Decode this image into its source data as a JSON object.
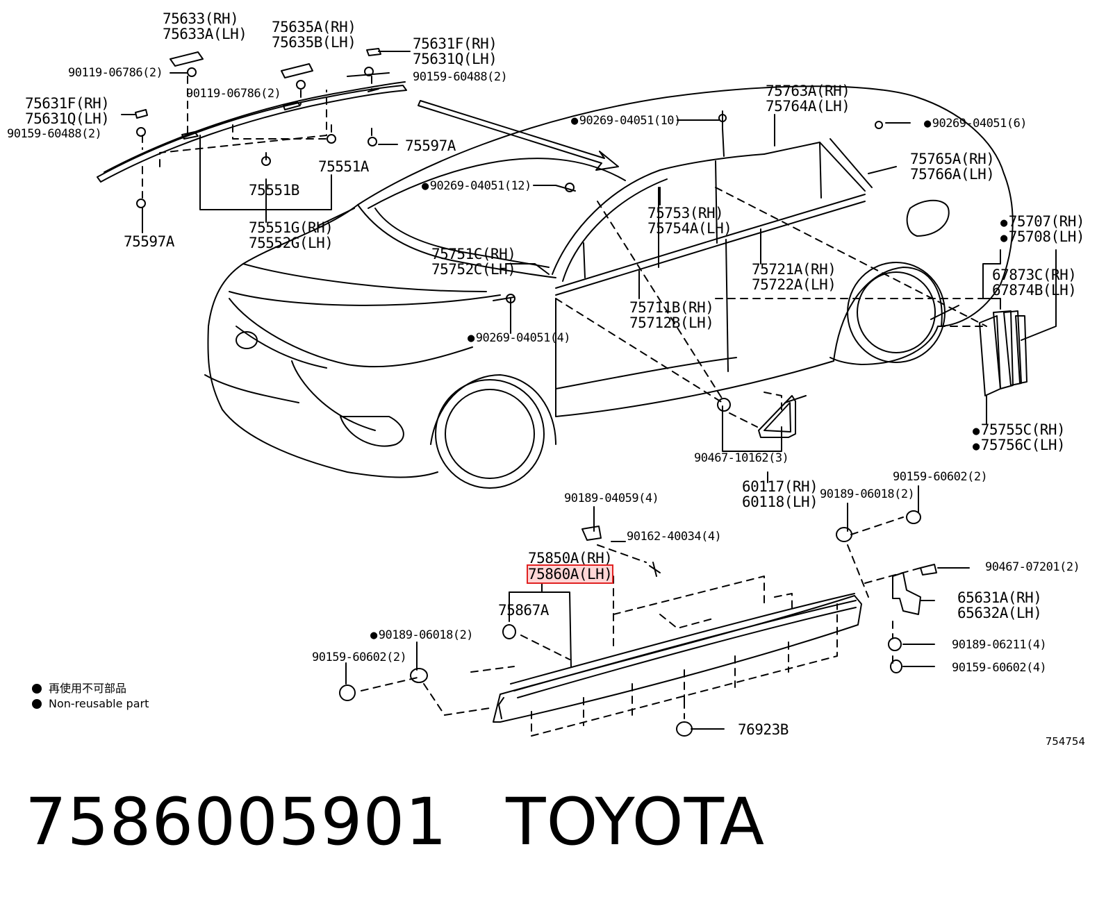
{
  "labels": {
    "l75633": [
      "75633(RH)",
      "75633A(LH)"
    ],
    "l75635": [
      "75635A(RH)",
      "75635B(LH)"
    ],
    "l75631top": [
      "75631F(RH)",
      "75631Q(LH)"
    ],
    "l90119a": "90119-06786(2)",
    "l90159a": "90159-60488(2)",
    "l90119b": "90119-06786(2)",
    "l75631left": [
      "75631F(RH)",
      "75631Q(LH)"
    ],
    "l90159b": "90159-60488(2)",
    "l75597a_top": "75597A",
    "l75551a": "75551A",
    "l75551b": "75551B",
    "l75597a_bot": "75597A",
    "l75551g": [
      "75551G(RH)",
      "75552G(LH)"
    ],
    "l90269_10": "90269-04051(10)",
    "l75763": [
      "75763A(RH)",
      "75764A(LH)"
    ],
    "l90269_6": "90269-04051(6)",
    "l75765": [
      "75765A(RH)",
      "75766A(LH)"
    ],
    "l90269_12": "90269-04051(12)",
    "l75753": [
      "75753(RH)",
      "75754A(LH)"
    ],
    "l75707": "75707(RH)",
    "l75708": "75708(LH)",
    "l75751": [
      "75751C(RH)",
      "75752C(LH)"
    ],
    "l75721": [
      "75721A(RH)",
      "75722A(LH)"
    ],
    "l67873": [
      "67873C(RH)",
      "67874B(LH)"
    ],
    "l75711": [
      "75711B(RH)",
      "75712B(LH)"
    ],
    "l90269_4": "90269-04051(4)",
    "l75755": "75755C(RH)",
    "l75756": "75756C(LH)",
    "l90467_10162": "90467-10162(3)",
    "l60117": [
      "60117(RH)",
      "60118(LH)"
    ],
    "l90159_602a": "90159-60602(2)",
    "l90189_04059": "90189-04059(4)",
    "l90189_06018a": "90189-06018(2)",
    "l90162": "90162-40034(4)",
    "l75850": "75850A(RH)",
    "l75860": "75860A(LH)",
    "l90467_07201": "90467-07201(2)",
    "l75867": "75867A",
    "l65631": [
      "65631A(RH)",
      "65632A(LH)"
    ],
    "l90189_06018b": "90189-06018(2)",
    "l90189_06211": "90189-06211(4)",
    "l90159_602b": "90159-60602(2)",
    "l90159_602c": "90159-60602(4)",
    "l76923": "76923B"
  },
  "legend": {
    "ja": "再使用不可部品",
    "en": "Non-reusable part"
  },
  "diagram_code": "754754",
  "footer": {
    "part_number": "7586005901",
    "brand": "TOYOTA"
  }
}
